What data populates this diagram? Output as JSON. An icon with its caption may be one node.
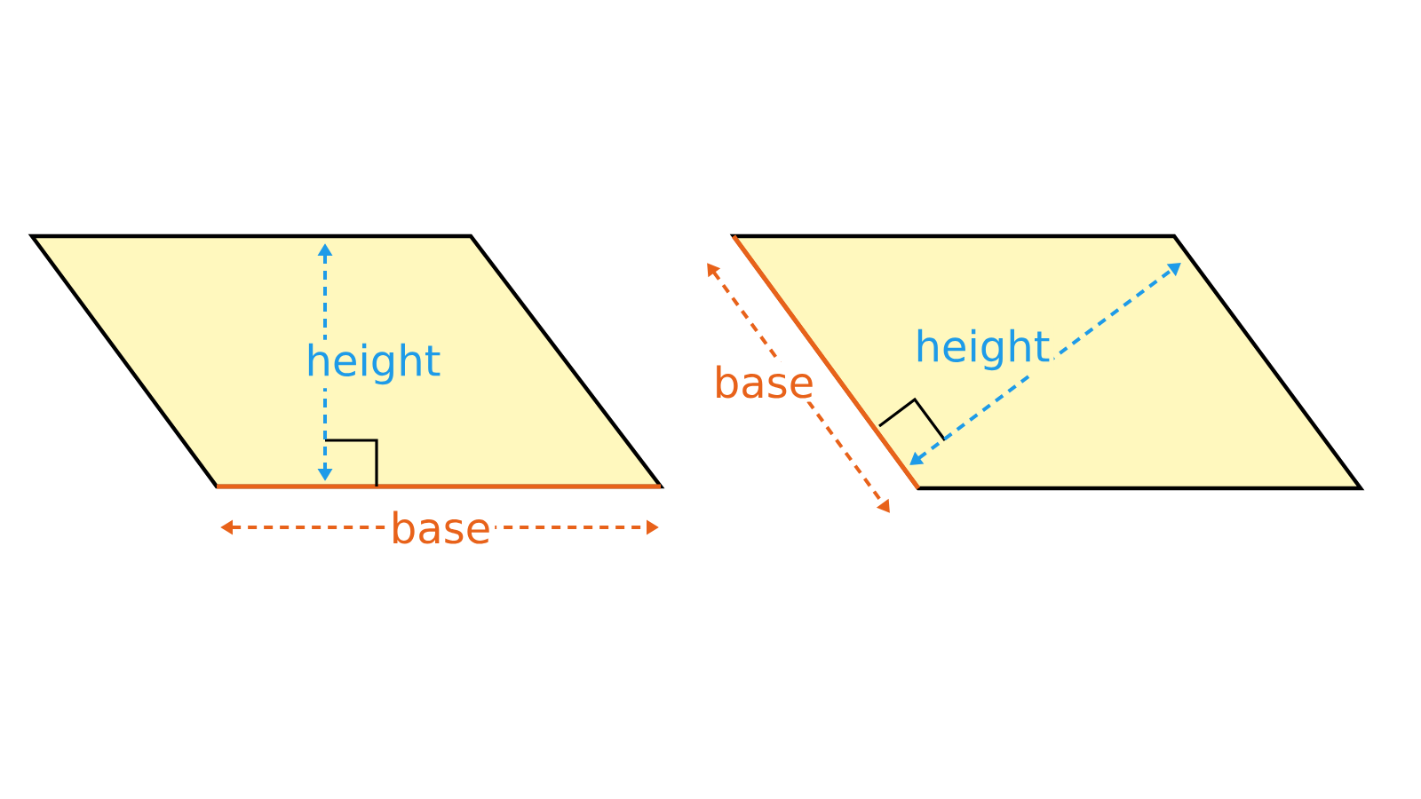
{
  "diagram": {
    "nodes": [
      {
        "text": [
          "height"
        ],
        "beside": [
          "base"
        ]
      },
      {
        "text": [
          "height"
        ],
        "beside": [
          "base"
        ]
      }
    ]
  }
}
